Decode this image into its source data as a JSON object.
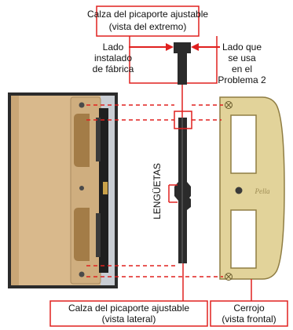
{
  "top_callout": {
    "line1": "Calza del picaporte ajustable",
    "line2": "(vista del extremo)"
  },
  "left_side": {
    "line1": "Lado",
    "line2": "instalado",
    "line3": "de fábrica"
  },
  "right_side": {
    "line1": "Lado que",
    "line2": "se usa",
    "line3": "en el",
    "line4": "Problema 2"
  },
  "tabs_label": "LENGÜETAS",
  "bottom_left": {
    "line1": "Calza del picaporte ajustable",
    "line2": "(vista lateral)"
  },
  "bottom_right": {
    "line1": "Cerrojo",
    "line2": "(vista frontal)"
  },
  "strike_logo": "Pella",
  "colors": {
    "callout_red": "#e0201f",
    "door_wood": "#d9b98c",
    "door_gray": "#c9cdd3",
    "strike_brass": "#e2d39a",
    "part_black": "#2b2b2b"
  }
}
